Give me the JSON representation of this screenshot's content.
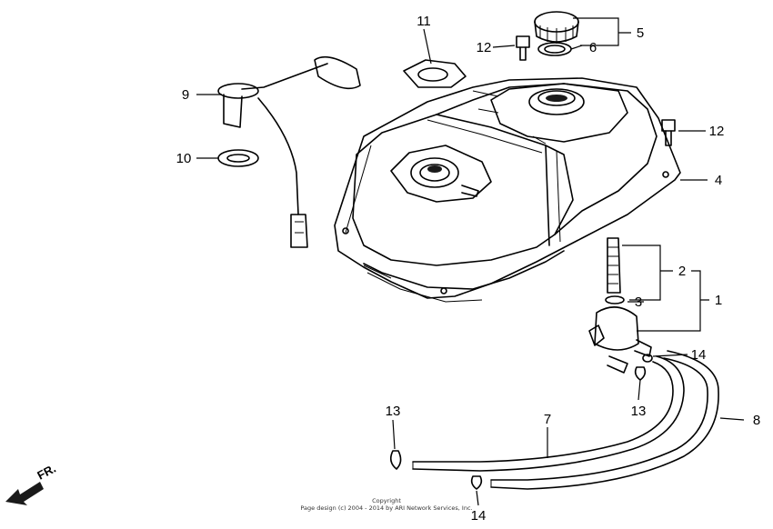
{
  "diagram": {
    "callouts": {
      "c1": "1",
      "c2": "2",
      "c3": "3",
      "c4": "4",
      "c5": "5",
      "c6": "6",
      "c7": "7",
      "c8": "8",
      "c9": "9",
      "c10": "10",
      "c11": "11",
      "c12a": "12",
      "c12b": "12",
      "c13a": "13",
      "c13b": "13",
      "c14a": "14",
      "c14b": "14"
    },
    "direction_label": "FR.",
    "copyright_line1": "Copyright",
    "copyright_line2": "Page design (c) 2004 - 2014 by ARI Network Services, Inc."
  }
}
